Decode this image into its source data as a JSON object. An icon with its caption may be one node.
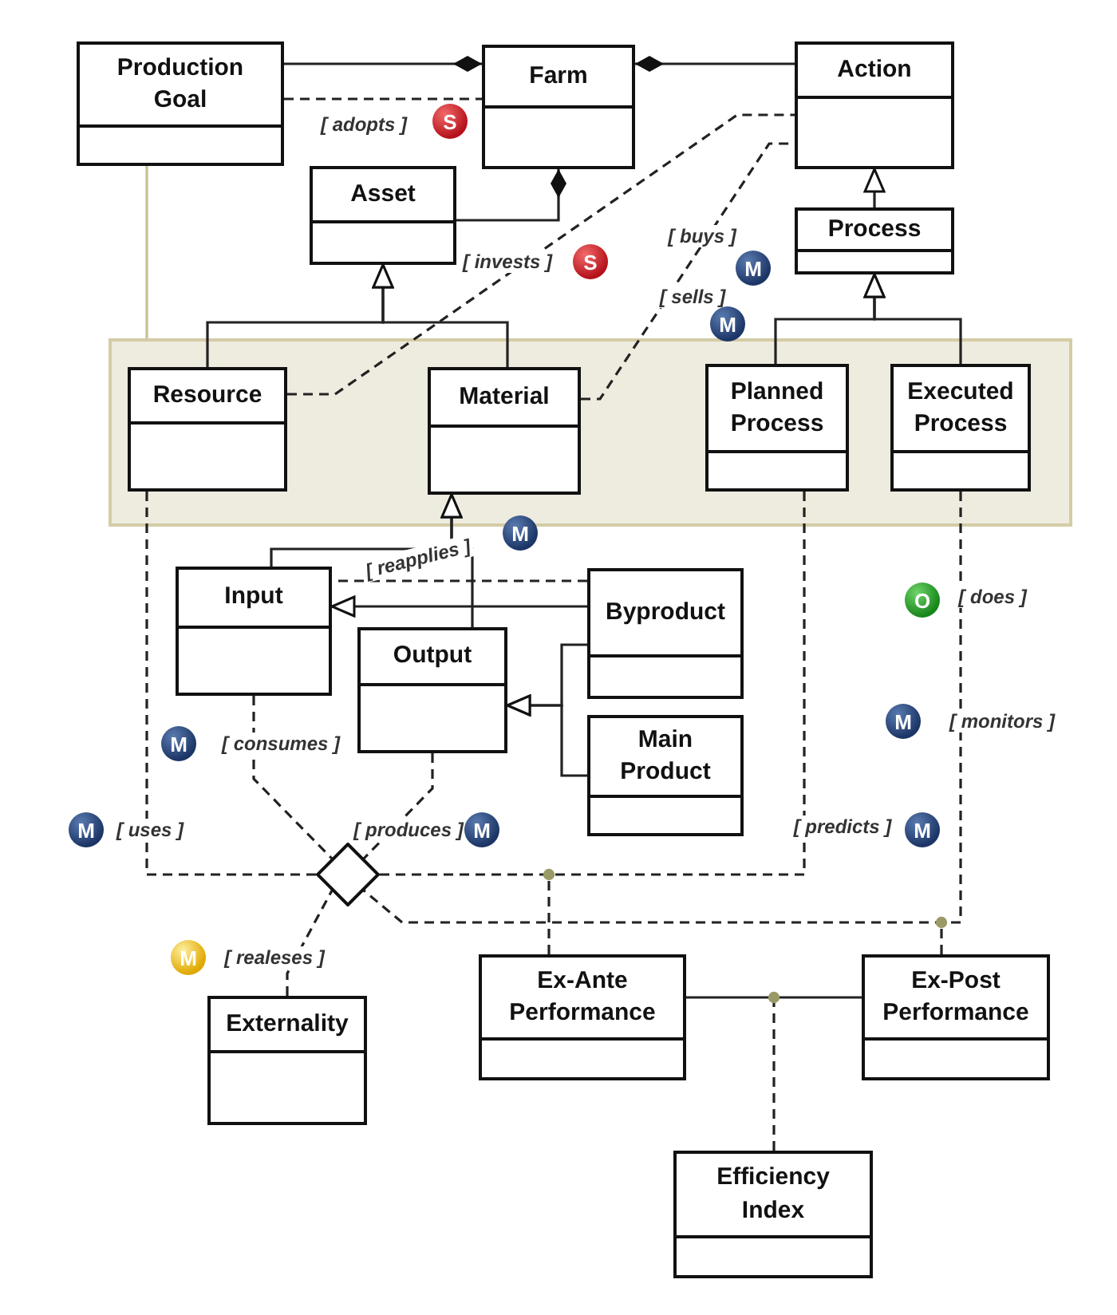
{
  "diagram": {
    "nodes": [
      {
        "text": [
          "Production Goal"
        ]
      },
      {
        "text": [
          "Farm"
        ]
      },
      {
        "text": [
          "Action"
        ]
      },
      {
        "text": [
          "Asset"
        ]
      },
      {
        "text": [
          "Process"
        ]
      },
      {
        "text": [],
        "shape": "box"
      },
      {
        "text": [
          "Resource"
        ],
        "in": 5
      },
      {
        "text": [
          "Material"
        ],
        "in": 5
      },
      {
        "text": [
          "Planned Process"
        ],
        "in": 5
      },
      {
        "text": [
          "Executed Process"
        ],
        "in": 5
      },
      {
        "text": [
          "Input"
        ]
      },
      {
        "text": [
          "Output"
        ]
      },
      {
        "text": [
          "Byproduct"
        ]
      },
      {
        "text": [
          "Main Product"
        ]
      },
      {
        "text": [],
        "shape": "diamond"
      },
      {
        "text": [
          "Externality"
        ]
      },
      {
        "text": [
          "Ex-Ante Performance"
        ]
      },
      {
        "text": [
          "Ex-Post Performance"
        ]
      },
      {
        "text": [
          "Efficiency Index"
        ]
      }
    ],
    "edges": [
      {
        "from": 0,
        "to": 1,
        "arrow": "other"
      },
      {
        "from": 2,
        "to": 1,
        "arrow": "other"
      },
      {
        "from": 3,
        "to": 1,
        "arrow": "other"
      },
      {
        "from": 0,
        "to": 1,
        "arrow": "none",
        "style": "dashed",
        "label": "[ adopts ]"
      },
      {
        "from": 0,
        "to": 5,
        "arrow": "none",
        "color": "#c9bf94"
      },
      {
        "from": 4,
        "to": 2,
        "arrow": "to"
      },
      {
        "from": 6,
        "to": 3,
        "arrow": "to"
      },
      {
        "from": 7,
        "to": 3,
        "arrow": "to"
      },
      {
        "from": 8,
        "to": 4,
        "arrow": "to"
      },
      {
        "from": 9,
        "to": 4,
        "arrow": "to"
      },
      {
        "from": 6,
        "to": 2,
        "arrow": "none",
        "style": "dashed",
        "label": "[ invests ]"
      },
      {
        "from": 7,
        "to": 2,
        "arrow": "none",
        "style": "dashed",
        "label": "[ buys ]"
      },
      {
        "from": 10,
        "to": 7,
        "arrow": "to"
      },
      {
        "from": 11,
        "to": 7,
        "arrow": "to"
      },
      {
        "from": 12,
        "to": 10,
        "arrow": "to"
      },
      {
        "from": 12,
        "to": 10,
        "arrow": "none",
        "style": "dashed",
        "label": "[ reapplies ]"
      },
      {
        "from": 12,
        "to": 11,
        "arrow": "to"
      },
      {
        "from": 13,
        "to": 11,
        "arrow": "to"
      },
      {
        "from": 10,
        "to": 14,
        "arrow": "none",
        "style": "dashed",
        "label": "[ consumes ]"
      },
      {
        "from": 11,
        "to": 14,
        "arrow": "none",
        "style": "dashed",
        "label": "[ produces ]"
      },
      {
        "from": 6,
        "to": 14,
        "arrow": "none",
        "style": "dashed",
        "label": "[ uses ]"
      },
      {
        "from": 8,
        "to": 14,
        "arrow": "none",
        "style": "dashed",
        "label": "[ predicts ]"
      },
      {
        "from": 9,
        "to": 14,
        "arrow": "none",
        "style": "dashed",
        "label": "[ monitors ]"
      },
      {
        "from": 15,
        "to": 14,
        "arrow": "none",
        "style": "dashed",
        "label": "[ realeses ]"
      },
      {
        "from": 16,
        "to": null,
        "arrow": "other",
        "style": "dashed"
      },
      {
        "from": 17,
        "to": null,
        "arrow": "other",
        "style": "dashed"
      },
      {
        "from": 16,
        "to": 17,
        "arrow": "none"
      },
      {
        "from": 18,
        "to": null,
        "arrow": "other",
        "style": "dashed"
      }
    ],
    "labels": [
      "S",
      "S",
      "M",
      "[ sells ]",
      "M",
      "M",
      "O",
      "[ does ]",
      "M",
      "M",
      "M",
      "M",
      "M",
      "M"
    ]
  }
}
